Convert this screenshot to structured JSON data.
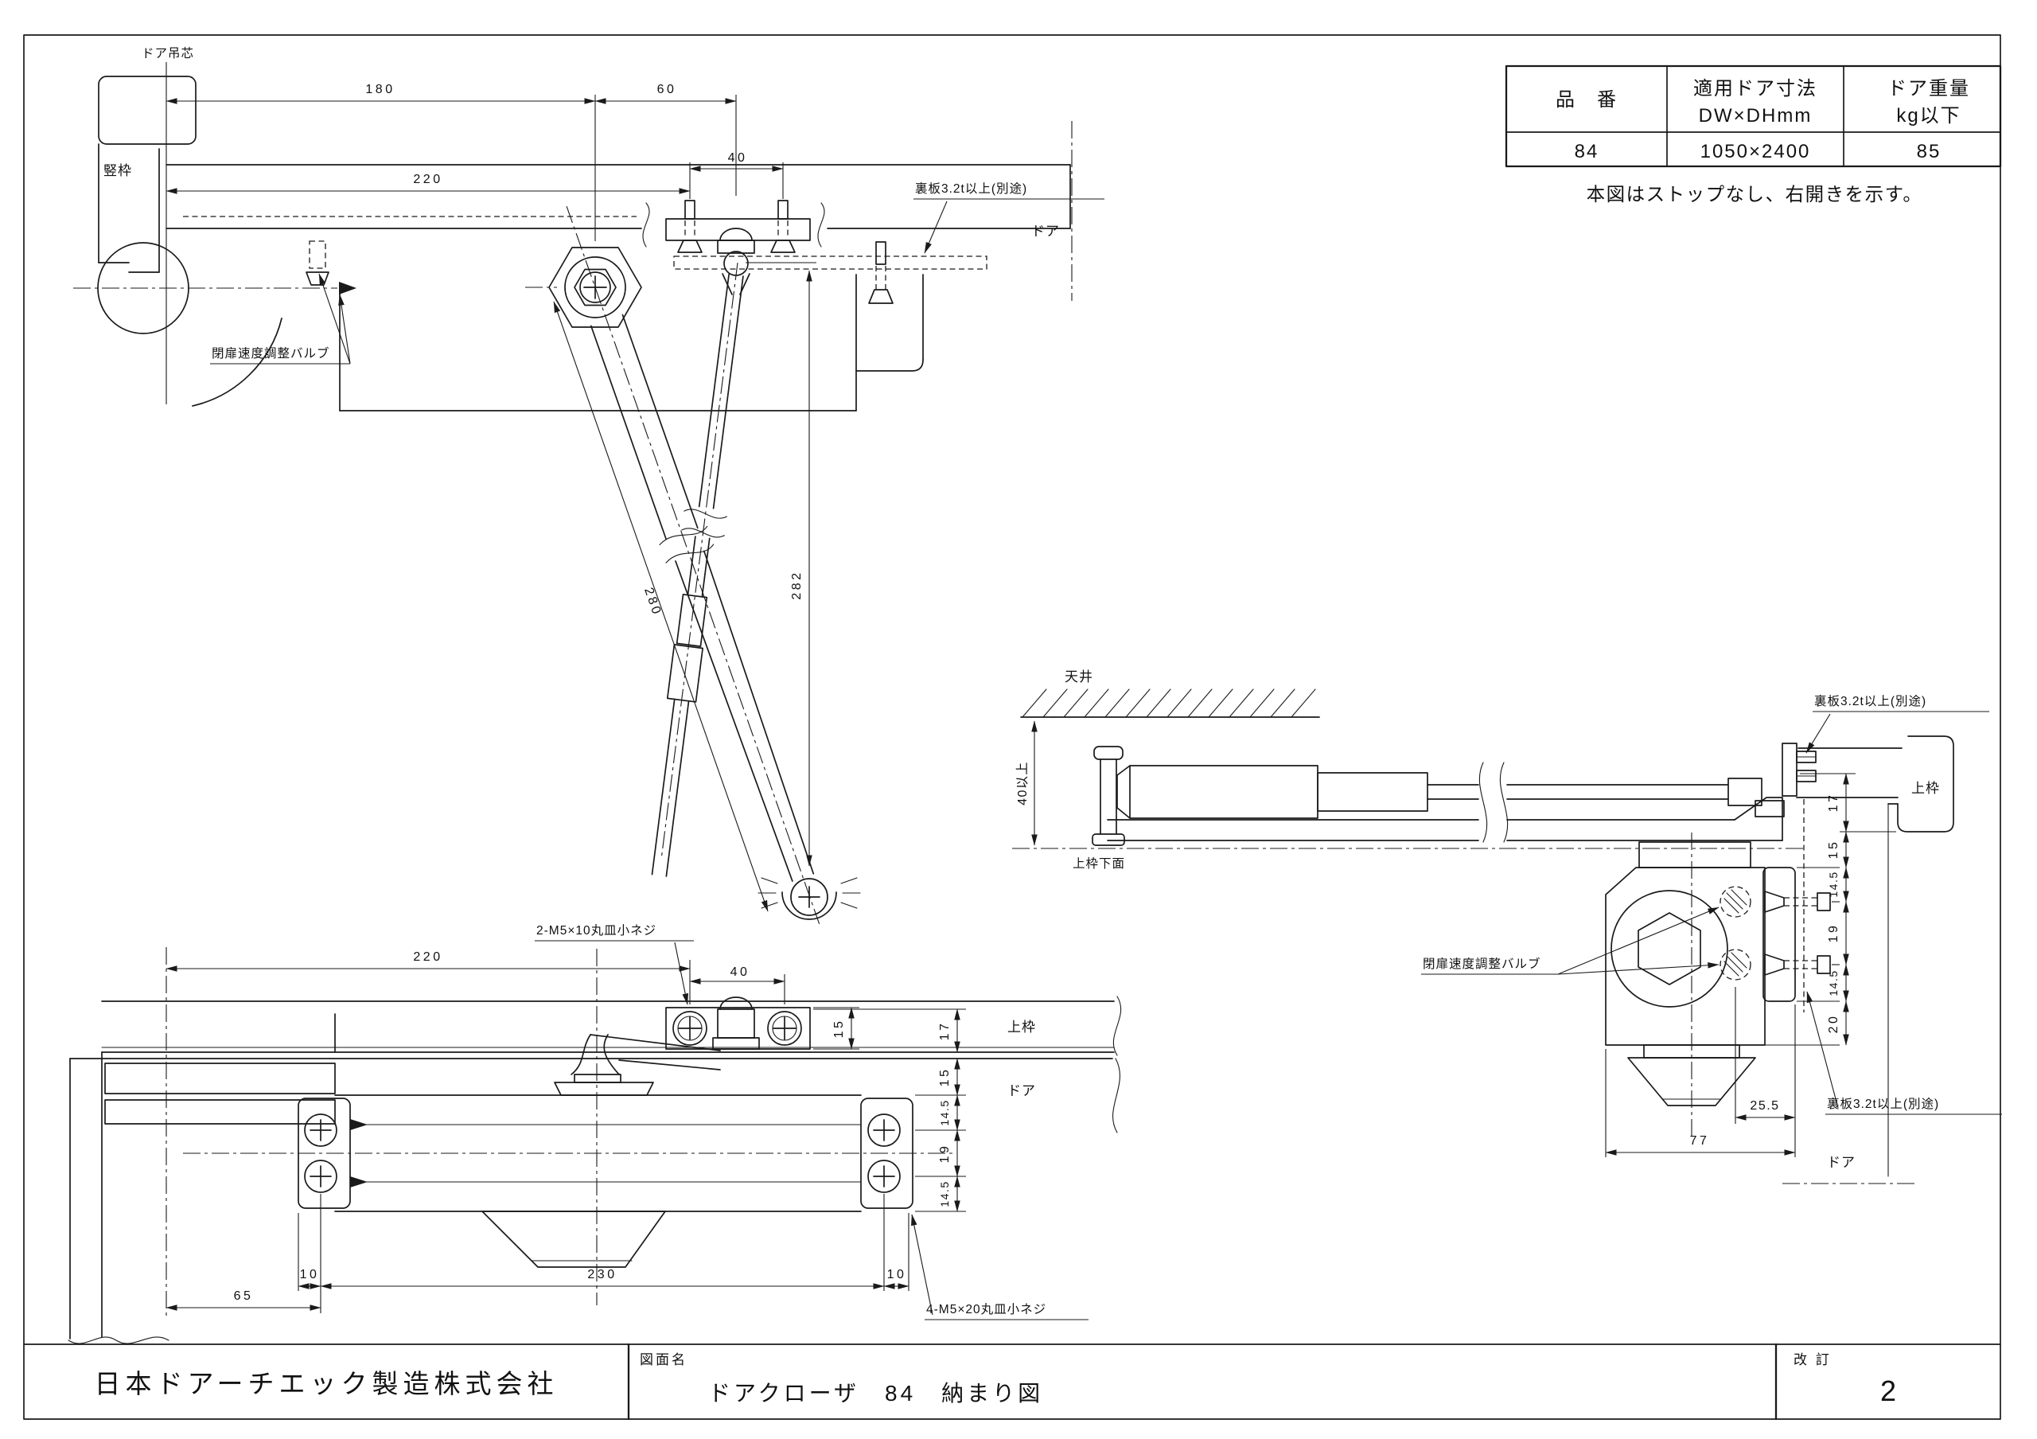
{
  "spec_table": {
    "header_part_no": "品　番",
    "header_door_size_1": "適用ドア寸法",
    "header_door_size_2": "DW×DHmm",
    "header_door_weight_1": "ドア重量",
    "header_door_weight_2": "kg以下",
    "part_no": "84",
    "door_size": "1050×2400",
    "door_weight": "85",
    "note": "本図はストップなし、右開きを示す。"
  },
  "title_block": {
    "company": "日本ドアーチエック製造株式会社",
    "drawing_name_label": "図面名",
    "drawing_title": "ドアクローザ　84　納まり図",
    "revision_label": "改 訂",
    "revision": "2"
  },
  "plan_view": {
    "label_hinge_center": "ドア吊芯",
    "label_jamb": "竪枠",
    "label_valve": "閉扉速度調整バルブ",
    "label_back_plate": "裏板3.2t以上(別途)",
    "label_door": "ドア",
    "dim_180": "180",
    "dim_60": "60",
    "dim_220": "220",
    "dim_40": "40",
    "dim_280": "280",
    "dim_282": "282"
  },
  "front_view": {
    "label_screws_2": "2-M5×10丸皿小ネジ",
    "label_screws_4": "4-M5×20丸皿小ネジ",
    "label_top_frame": "上枠",
    "label_door": "ドア",
    "dim_220": "220",
    "dim_40": "40",
    "dim_15_bracket": "15",
    "dim_17": "17",
    "dim_15": "15",
    "dim_14_5_a": "14.5",
    "dim_19": "19",
    "dim_14_5_b": "14.5",
    "dim_65": "65",
    "dim_10_left": "10",
    "dim_230": "230",
    "dim_10_right": "10"
  },
  "side_view": {
    "label_ceiling": "天井",
    "label_frame_underside": "上枠下面",
    "label_back_plate_top": "裏板3.2t以上(別途)",
    "label_back_plate_bottom": "裏板3.2t以上(別途)",
    "label_top_frame": "上枠",
    "label_valve": "閉扉速度調整バルブ",
    "label_door": "ドア",
    "dim_40_min": "40以上",
    "dim_17": "17",
    "dim_15": "15",
    "dim_14_5_a": "14.5",
    "dim_19": "19",
    "dim_14_5_b": "14.5",
    "dim_20": "20",
    "dim_25_5": "25.5",
    "dim_77": "77"
  }
}
